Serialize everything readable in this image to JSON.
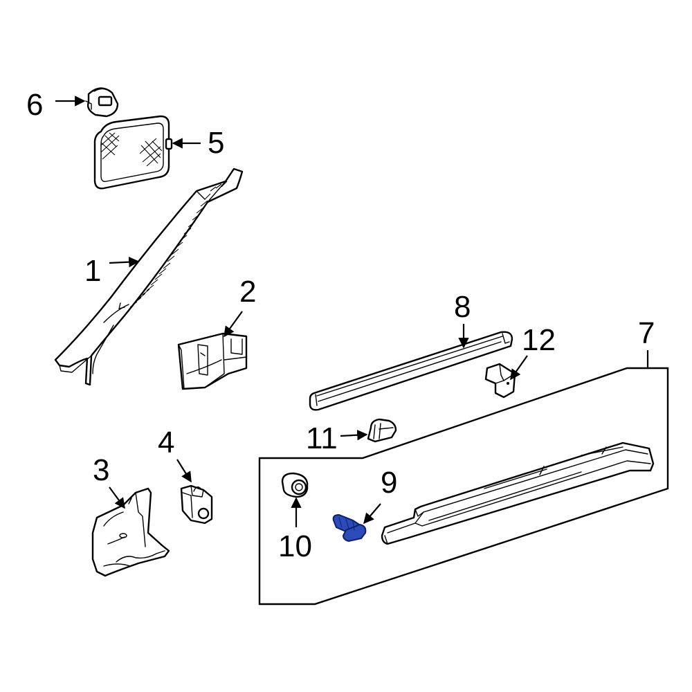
{
  "callouts": {
    "c1": "1",
    "c2": "2",
    "c3": "3",
    "c4": "4",
    "c5": "5",
    "c6": "6",
    "c7": "7",
    "c8": "8",
    "c9": "9",
    "c10": "10",
    "c11": "11",
    "c12": "12"
  },
  "colors": {
    "highlight_fill": "#2a4bb8",
    "highlight_stroke": "#0b1f6e",
    "line": "#000000",
    "background": "#ffffff"
  },
  "highlighted_part": "9"
}
